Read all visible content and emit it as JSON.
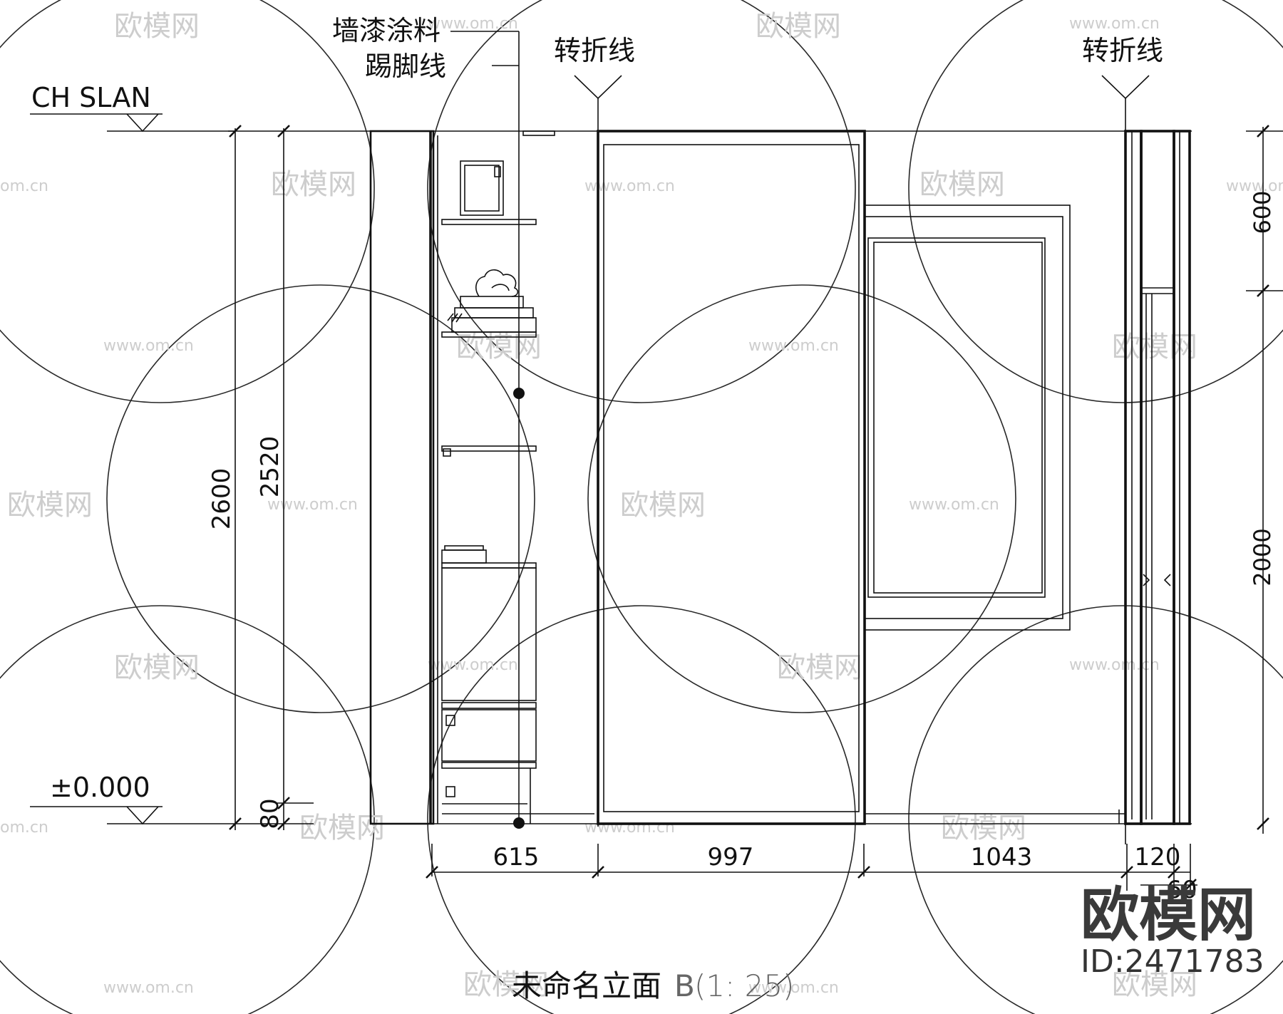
{
  "watermark": {
    "brand": "欧模网",
    "url": "www.om.cn",
    "url_partial": "om.cn",
    "big_brand": "欧模网",
    "id": "ID:2471783"
  },
  "levels": {
    "top": "CH SLAN",
    "bottom": "±0.000"
  },
  "annotations": {
    "wall_paint": "墙漆涂料",
    "skirting": "踢脚线",
    "break_line_left": "转折线",
    "break_line_right": "转折线"
  },
  "dimensions": {
    "height_total": "2600",
    "height_inner": "2520",
    "height_base": "80",
    "width_shelf": "615",
    "width_door": "997",
    "width_panel": "1043",
    "width_side": "120",
    "width_trim": "60",
    "right_upper": "600",
    "right_lower": "2000"
  },
  "title": {
    "name": "未命名立面",
    "suffix": "B",
    "scale": "(1: 25)"
  }
}
